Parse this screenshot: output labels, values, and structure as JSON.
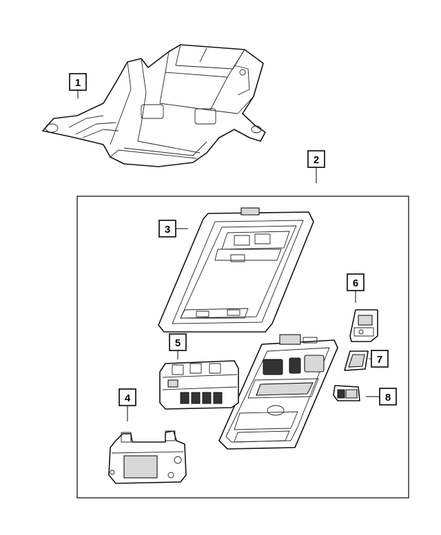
{
  "callouts": [
    {
      "id": "1",
      "label": "1"
    },
    {
      "id": "2",
      "label": "2"
    },
    {
      "id": "3",
      "label": "3"
    },
    {
      "id": "4",
      "label": "4"
    },
    {
      "id": "5",
      "label": "5"
    },
    {
      "id": "6",
      "label": "6"
    },
    {
      "id": "7",
      "label": "7"
    },
    {
      "id": "8",
      "label": "8"
    }
  ],
  "colors": {
    "line": "#111111",
    "background": "#ffffff",
    "shade": "#d8d8d8"
  }
}
